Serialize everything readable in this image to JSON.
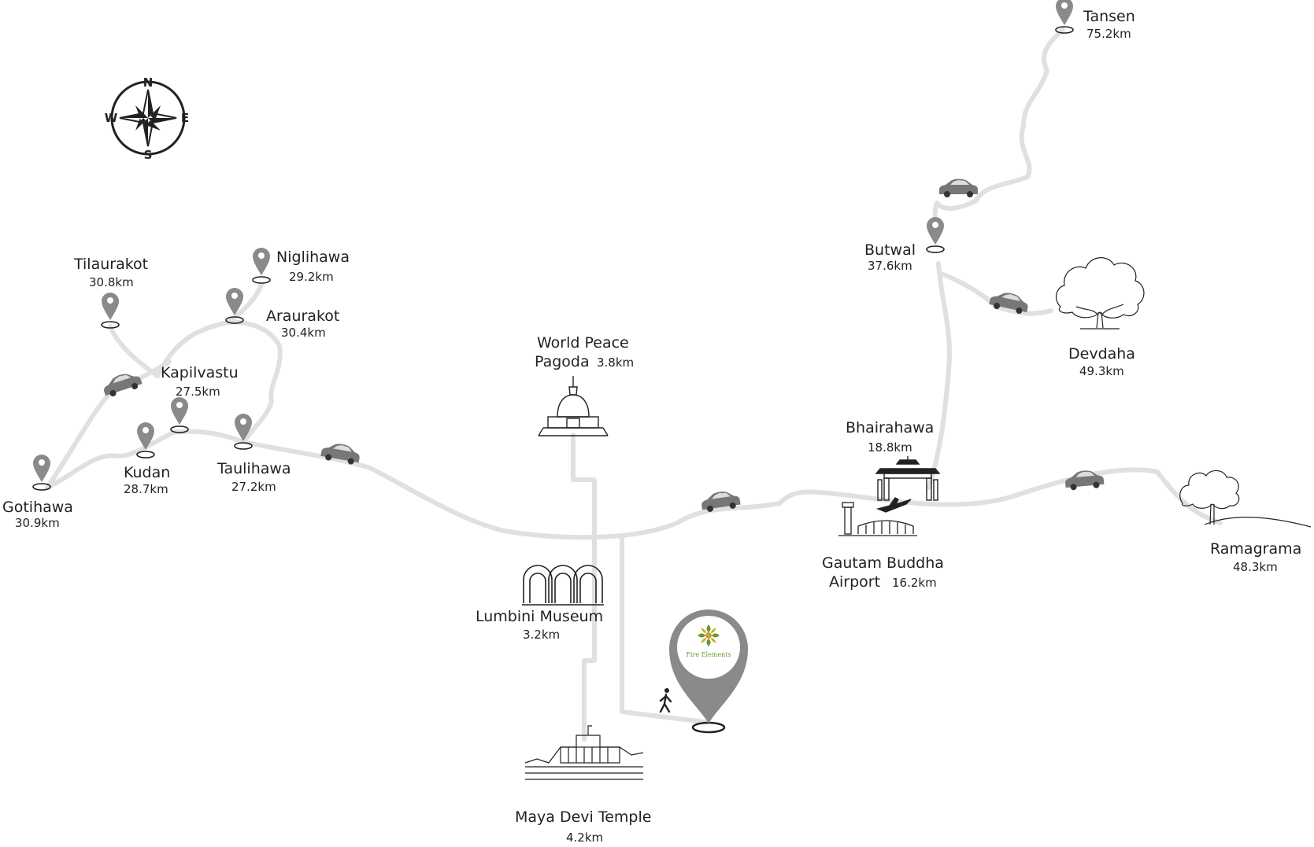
{
  "compass": {
    "north": "N",
    "south": "S",
    "east": "E",
    "west": "W"
  },
  "hotel": {
    "name": "Fire Elements",
    "icon": "hotel-logo-pin-icon"
  },
  "places": {
    "tansen": {
      "name": "Tansen",
      "distance": "75.2km"
    },
    "butwal": {
      "name": "Butwal",
      "distance": "37.6km"
    },
    "devdaha": {
      "name": "Devdaha",
      "distance": "49.3km"
    },
    "bhairahawa": {
      "name": "Bhairahawa",
      "distance": "18.8km"
    },
    "airport": {
      "name_line1": "Gautam Buddha",
      "name_line2": "Airport",
      "distance": "16.2km"
    },
    "ramagrama": {
      "name": "Ramagrama",
      "distance": "48.3km"
    },
    "pagoda": {
      "name_line1": "World Peace",
      "name_line2": "Pagoda",
      "distance": "3.8km"
    },
    "museum": {
      "name": "Lumbini Museum",
      "distance": "3.2km"
    },
    "temple": {
      "name": "Maya Devi Temple",
      "distance": "4.2km"
    },
    "tilaurakot": {
      "name": "Tilaurakot",
      "distance": "30.8km"
    },
    "niglihawa": {
      "name": "Niglihawa",
      "distance": "29.2km"
    },
    "araurakot": {
      "name": "Araurakot",
      "distance": "30.4km"
    },
    "kapilvastu": {
      "name": "Kapilvastu",
      "distance": "27.5km"
    },
    "kudan": {
      "name": "Kudan",
      "distance": "28.7km"
    },
    "taulihawa": {
      "name": "Taulihawa",
      "distance": "27.2km"
    },
    "gotihawa": {
      "name": "Gotihawa",
      "distance": "30.9km"
    }
  },
  "colors": {
    "road": "#e0e0e0",
    "pin": "#8a8a8a",
    "line": "#222222",
    "car": "#777777",
    "brand": "#6a9a2a",
    "brand_icon": "#c9a227"
  }
}
